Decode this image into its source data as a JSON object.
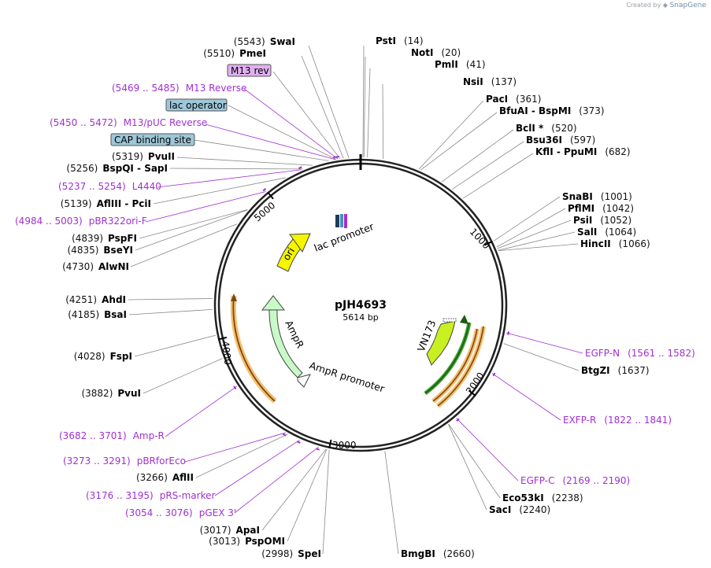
{
  "credit": {
    "prefix": "Created by",
    "brand": "SnapGene"
  },
  "plasmid": {
    "name": "pJH4693",
    "length": "5614 bp"
  },
  "ticks": [
    "1000",
    "2000",
    "3000",
    "4000",
    "5000"
  ],
  "enzymes": [
    {
      "name": "SwaI",
      "pos": "(5543)"
    },
    {
      "name": "PmeI",
      "pos": "(5510)"
    },
    {
      "name": "PvuII",
      "pos": "(5319)"
    },
    {
      "name": "BspQI - SapI",
      "pos": "(5256)"
    },
    {
      "name": "AflIII - PciI",
      "pos": "(5139)"
    },
    {
      "name": "PspFI",
      "pos": "(4839)"
    },
    {
      "name": "BseYI",
      "pos": "(4835)"
    },
    {
      "name": "AlwNI",
      "pos": "(4730)"
    },
    {
      "name": "AhdI",
      "pos": "(4251)"
    },
    {
      "name": "BsaI",
      "pos": "(4185)"
    },
    {
      "name": "FspI",
      "pos": "(4028)"
    },
    {
      "name": "PvuI",
      "pos": "(3882)"
    },
    {
      "name": "AflII",
      "pos": "(3266)"
    },
    {
      "name": "ApaI",
      "pos": "(3017)"
    },
    {
      "name": "PspOMI",
      "pos": "(3013)"
    },
    {
      "name": "SpeI",
      "pos": "(2998)"
    },
    {
      "name": "PstI",
      "pos": "(14)"
    },
    {
      "name": "NotI",
      "pos": "(20)"
    },
    {
      "name": "PmlI",
      "pos": "(41)"
    },
    {
      "name": "NsiI",
      "pos": "(137)"
    },
    {
      "name": "PacI",
      "pos": "(361)"
    },
    {
      "name": "BfuAI - BspMI",
      "pos": "(373)"
    },
    {
      "name": "BclI *",
      "pos": "(520)"
    },
    {
      "name": "Bsu36I",
      "pos": "(597)"
    },
    {
      "name": "KflI - PpuMI",
      "pos": "(682)"
    },
    {
      "name": "SnaBI",
      "pos": "(1001)"
    },
    {
      "name": "PflMI",
      "pos": "(1042)"
    },
    {
      "name": "PsiI",
      "pos": "(1052)"
    },
    {
      "name": "SalI",
      "pos": "(1064)"
    },
    {
      "name": "HincII",
      "pos": "(1066)"
    },
    {
      "name": "BtgZI",
      "pos": "(1637)"
    },
    {
      "name": "Eco53kI",
      "pos": "(2238)"
    },
    {
      "name": "SacI",
      "pos": "(2240)"
    },
    {
      "name": "BmgBI",
      "pos": "(2660)"
    }
  ],
  "primers": [
    {
      "name": "M13 Reverse",
      "pos": "(5469 .. 5485)"
    },
    {
      "name": "M13/pUC Reverse",
      "pos": "(5450 .. 5472)"
    },
    {
      "name": "L4440",
      "pos": "(5237 .. 5254)"
    },
    {
      "name": "pBR322ori-F",
      "pos": "(4984 .. 5003)"
    },
    {
      "name": "Amp-R",
      "pos": "(3682 .. 3701)"
    },
    {
      "name": "pBRforEco",
      "pos": "(3273 .. 3291)"
    },
    {
      "name": "pRS-marker",
      "pos": "(3176 .. 3195)"
    },
    {
      "name": "pGEX 3'",
      "pos": "(3054 .. 3076)"
    },
    {
      "name": "EGFP-N",
      "pos": "(1561 .. 1582)"
    },
    {
      "name": "EXFP-R",
      "pos": "(1822 .. 1841)"
    },
    {
      "name": "EGFP-C",
      "pos": "(2169 .. 2190)"
    }
  ],
  "boxed_labels": [
    "M13 rev",
    "lac operator",
    "CAP binding site"
  ],
  "features": [
    "lac promoter",
    "ori",
    "AmpR",
    "AmpR promoter",
    "VN173"
  ],
  "colors": {
    "primer": "#a030d0",
    "m13rev_fill": "#e0b0f0",
    "lacop_fill": "#9ec7d9",
    "ori_fill": "#f5f500",
    "ampr_fill": "#c8fac8",
    "vn173_fill": "#c8f020",
    "orange_track": "#f7be6e",
    "green_track": "#3aa02a"
  }
}
